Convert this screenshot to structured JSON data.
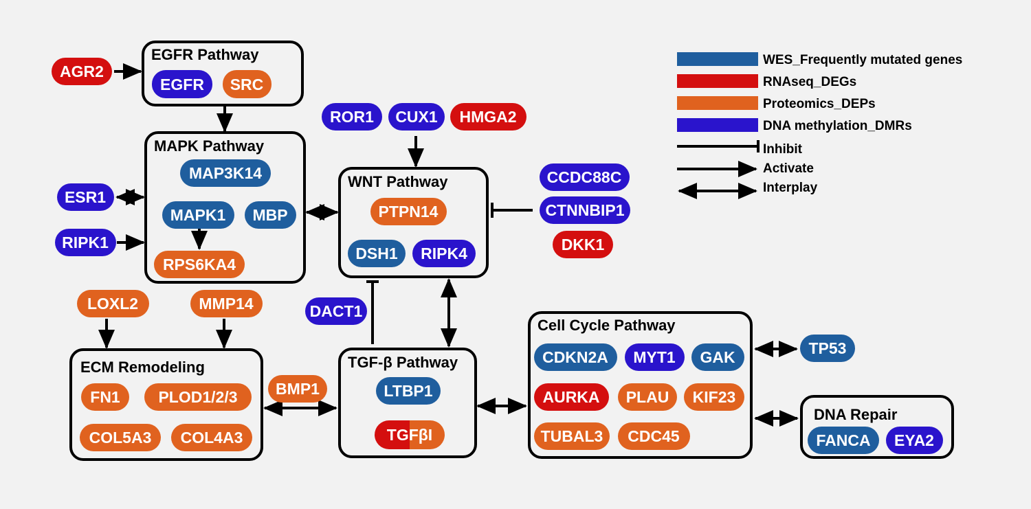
{
  "colors": {
    "wes": "#1f5e9e",
    "rnaseq": "#d40f0f",
    "proteomics": "#e0621f",
    "methylation": "#2a14cc"
  },
  "legend": {
    "wes": "WES_Frequently mutated genes",
    "rnaseq": "RNAseq_DEGs",
    "proteomics": "Proteomics_DEPs",
    "methylation": "DNA methylation_DMRs",
    "inhibit": "Inhibit",
    "activate": "Activate",
    "interplay": "Interplay"
  },
  "pathways": {
    "egfr": "EGFR Pathway",
    "mapk": "MAPK Pathway",
    "wnt": "WNT Pathway",
    "ecm": "ECM Remodeling",
    "tgfb": "TGF-β Pathway",
    "cellcycle": "Cell Cycle Pathway",
    "dnarepair": "DNA Repair"
  },
  "genes": {
    "agr2": "AGR2",
    "egfr": "EGFR",
    "src": "SRC",
    "map3k14": "MAP3K14",
    "mapk1": "MAPK1",
    "mbp": "MBP",
    "rps6ka4": "RPS6KA4",
    "esr1": "ESR1",
    "ripk1": "RIPK1",
    "ror1": "ROR1",
    "cux1": "CUX1",
    "hmga2": "HMGA2",
    "ptpn14": "PTPN14",
    "dsh1": "DSH1",
    "ripk4": "RIPK4",
    "ccdc88c": "CCDC88C",
    "ctnnbip1": "CTNNBIP1",
    "dkk1": "DKK1",
    "loxl2": "LOXL2",
    "mmp14": "MMP14",
    "dact1": "DACT1",
    "fn1": "FN1",
    "plod": "PLOD1/2/3",
    "col5a3": "COL5A3",
    "col4a3": "COL4A3",
    "bmp1": "BMP1",
    "ltbp1": "LTBP1",
    "tgfbi": "TGFβI",
    "cdkn2a": "CDKN2A",
    "myt1": "MYT1",
    "gak": "GAK",
    "aurka": "AURKA",
    "plau": "PLAU",
    "kif23": "KIF23",
    "tubal3": "TUBAL3",
    "cdc45": "CDC45",
    "tp53": "TP53",
    "fanca": "FANCA",
    "eya2": "EYA2"
  }
}
